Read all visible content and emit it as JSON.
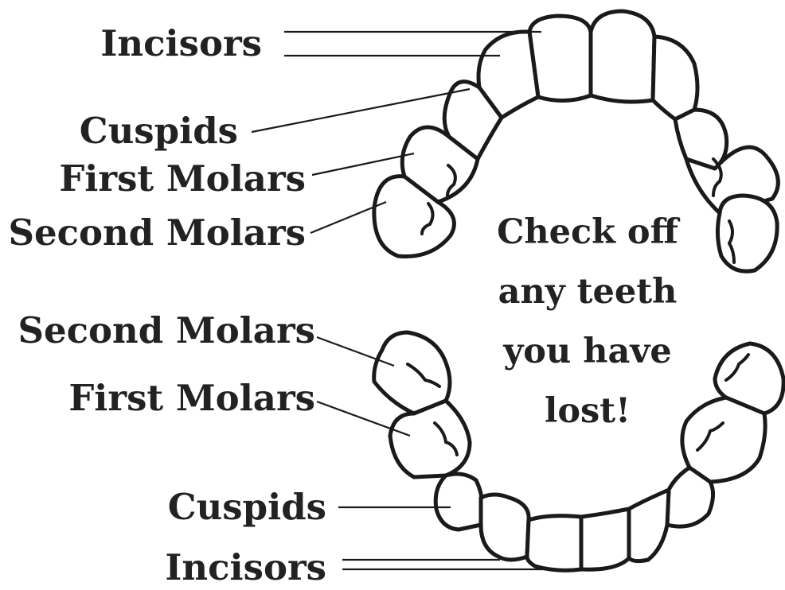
{
  "labels": {
    "upper_incisors": "Incisors",
    "upper_cuspids": "Cuspids",
    "upper_first_molars": "First Molars",
    "upper_second_molars": "Second Molars",
    "lower_second_molars": "Second Molars",
    "lower_first_molars": "First Molars",
    "lower_cuspids": "Cuspids",
    "lower_incisors": "Incisors"
  },
  "message": {
    "line1": "Check off",
    "line2": "any teeth",
    "line3": "you have",
    "line4": "lost!"
  },
  "colors": {
    "ink": "#1a1a1a",
    "text": "#222222",
    "background": "#ffffff"
  }
}
